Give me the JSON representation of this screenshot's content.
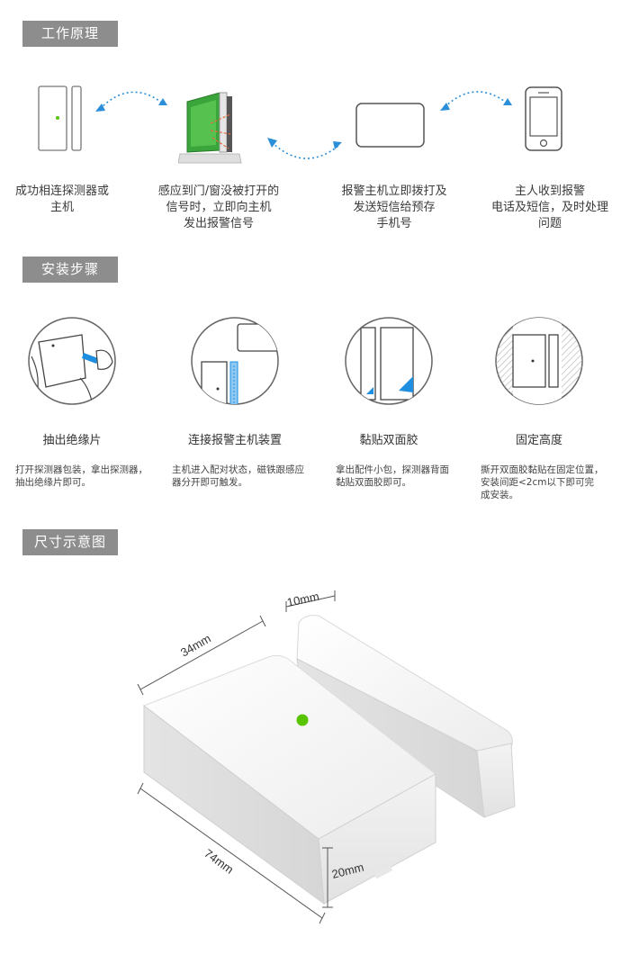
{
  "sections": {
    "principle": "工作原理",
    "install": "安装步骤",
    "size": "尺寸示意图"
  },
  "principle_captions": [
    "成功相连探测器或\n主机",
    "感应到门/窗没被打开的\n信号时，立即向主机\n发出报警信号",
    "报警主机立即拨打及\n发送短信给预存\n手机号",
    "主人收到报警\n电话及短信，及时处理\n问题"
  ],
  "steps": [
    {
      "title": "抽出绝缘片",
      "desc": "打开探测器包装，拿出探测器，\n抽出绝缘片即可。"
    },
    {
      "title": "连接报警主机装置",
      "desc": "主机进入配对状态，磁铁跟感应\n器分开即可触发。"
    },
    {
      "title": "黏贴双面胶",
      "desc": "拿出配件小包，探测器背面\n黏贴双面胶即可。"
    },
    {
      "title": "固定高度",
      "desc": "撕开双面胶黏贴在固定位置，\n安装间距<2cm以下即可完\n成安装。"
    }
  ],
  "dimensions": {
    "magnet_width": "10mm",
    "sensor_width": "34mm",
    "sensor_length": "74mm",
    "sensor_height": "20mm"
  },
  "colors": {
    "tag_bg": "#8d8d8d",
    "accent_blue": "#2a8fd8",
    "led_green": "#58c400",
    "pcb_green": "#3aa53a"
  }
}
